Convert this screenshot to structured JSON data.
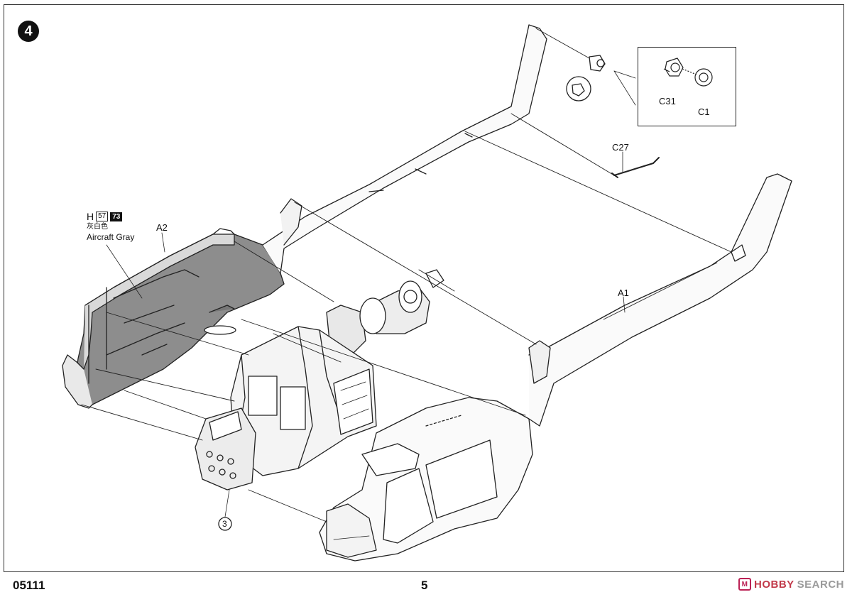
{
  "step": {
    "number": "4"
  },
  "paint": {
    "code": "H",
    "num_a": "57",
    "num_b": "73",
    "chinese": "灰白色",
    "english": "Aircraft Gray"
  },
  "parts": {
    "a1": "A1",
    "a2": "A2",
    "c27": "C27",
    "c31": "C31",
    "c1": "C1"
  },
  "subassembly_ref": "3",
  "footer": {
    "product_code": "05111",
    "page_number": "5"
  },
  "watermark": {
    "logo": "M",
    "brand": "HOBBY",
    "suffix": "SEARCH"
  }
}
